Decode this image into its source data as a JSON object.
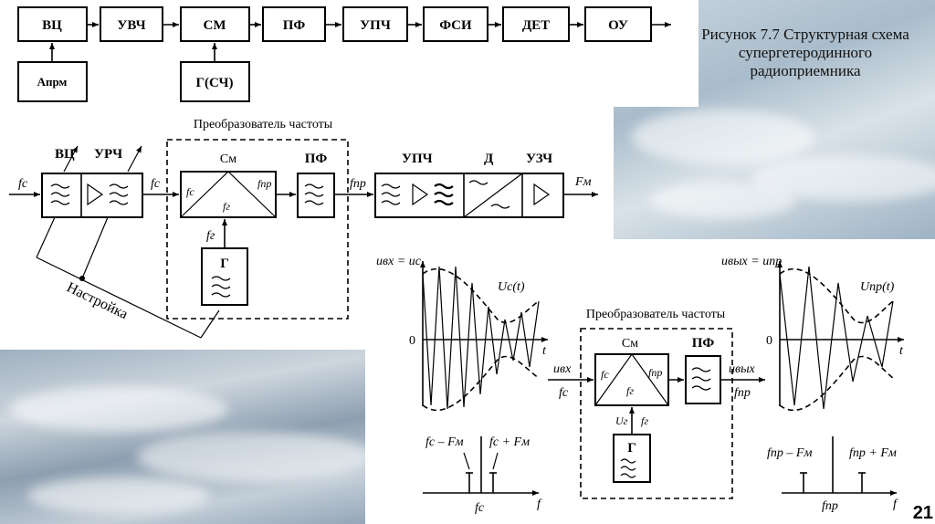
{
  "top_diagram": {
    "blocks": [
      "ВЦ",
      "УВЧ",
      "СМ",
      "ПФ",
      "УПЧ",
      "ФСИ",
      "ДЕТ",
      "ОУ"
    ],
    "antenna_block": "Aпрм",
    "generator_block": "Г(СЧ)"
  },
  "caption": "Рисунок 7.7 Структурная схема супергетеродинного радиоприемника",
  "main_diagram": {
    "converter_title": "Преобразователь частоты",
    "vc": "ВЦ",
    "urch": "УРЧ",
    "sm": "См",
    "pf": "ПФ",
    "upch": "УПЧ",
    "d": "Д",
    "uzch": "УЗЧ",
    "gen": "Г",
    "tuning": "Настройка",
    "fc": "fс",
    "fc2": "fс",
    "fg": "fг",
    "fpr": "fпр",
    "fpr2": "fпр",
    "fm": "Fм",
    "sm_fc": "fс",
    "sm_fg": "fг",
    "sm_fpr": "fпр"
  },
  "lower_diagram": {
    "uin_label": "uвх = uс",
    "uc_curve": "Uс(t)",
    "zero1": "0",
    "t1": "t",
    "converter_title": "Преобразователь частоты",
    "sm": "См",
    "pf": "ПФ",
    "uvx": "uвх",
    "fc": "fс",
    "uvyx": "uвых",
    "fpr": "fпр",
    "sm_fc": "fс",
    "sm_fpr": "fпр",
    "sm_fg": "fг",
    "ug": "Uг",
    "fg": "fг",
    "gen": "Г",
    "uout_label": "uвых = uпр",
    "upr_curve": "Uпр(t)",
    "zero2": "0",
    "t2": "t",
    "spec1_left": "fс – Fм",
    "spec1_right": "fс + Fм",
    "spec1_center": "fс",
    "spec1_f": "f",
    "spec2_left": "fпр – Fм",
    "spec2_right": "fпр + Fм",
    "spec2_center": "fпр",
    "spec2_f": "f"
  },
  "page_number": "21"
}
